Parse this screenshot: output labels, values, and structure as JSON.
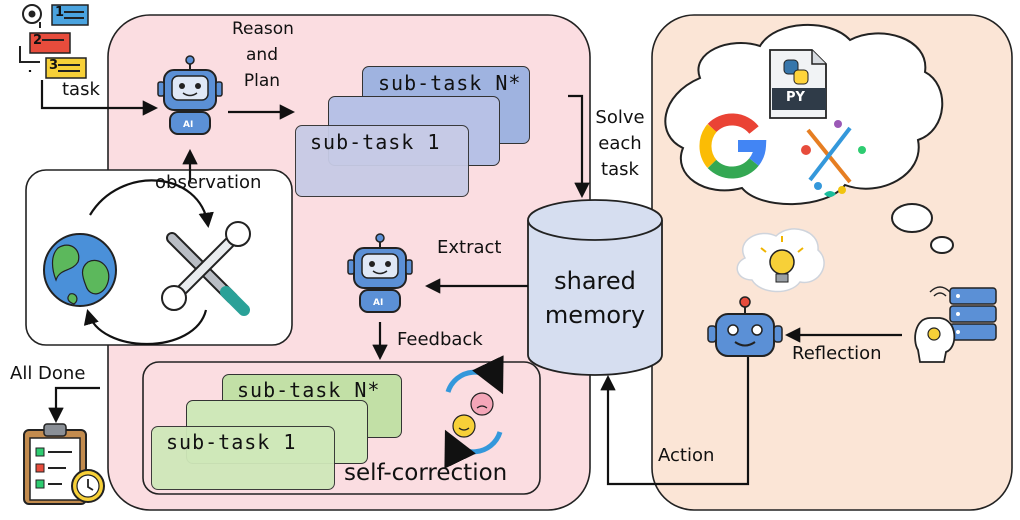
{
  "labels": {
    "task": "task",
    "reason": "Reason",
    "and": "and",
    "plan": "Plan",
    "observation": "observation",
    "solve": "Solve",
    "each": "each",
    "task2": "task",
    "extract": "Extract",
    "feedback": "Feedback",
    "all_done": "All Done",
    "self_correction": "self-correction",
    "shared": "shared",
    "memory": "memory",
    "reflection": "Reflection",
    "action": "Action",
    "py": "PY",
    "ai": "AI"
  },
  "plan_stack": [
    "sub-task 1",
    "sub-task N*"
  ],
  "correct_stack": [
    "sub-task 1",
    "sub-task N*"
  ],
  "task_list_numbers": [
    "1",
    "2",
    "3"
  ],
  "colors": {
    "left_panel": "#fbdde1",
    "right_panel": "#fbe5d6",
    "task_card_1": "#c7cbe6",
    "task_card_2": "#b7c1e6",
    "task_card_top": "#9fb3e0",
    "correct_card": "#cfe8b9",
    "correct_card_top": "#c2e0a6",
    "memory": "#d6def0",
    "robot": "#5b90d6"
  },
  "icons": [
    "task-list-icon",
    "robot-icon",
    "globe-icon",
    "tools-icon",
    "cycle-icon",
    "clipboard-icon",
    "google-icon",
    "python-file-icon",
    "lightbulb-icon",
    "server-icon",
    "ai-head-icon"
  ]
}
